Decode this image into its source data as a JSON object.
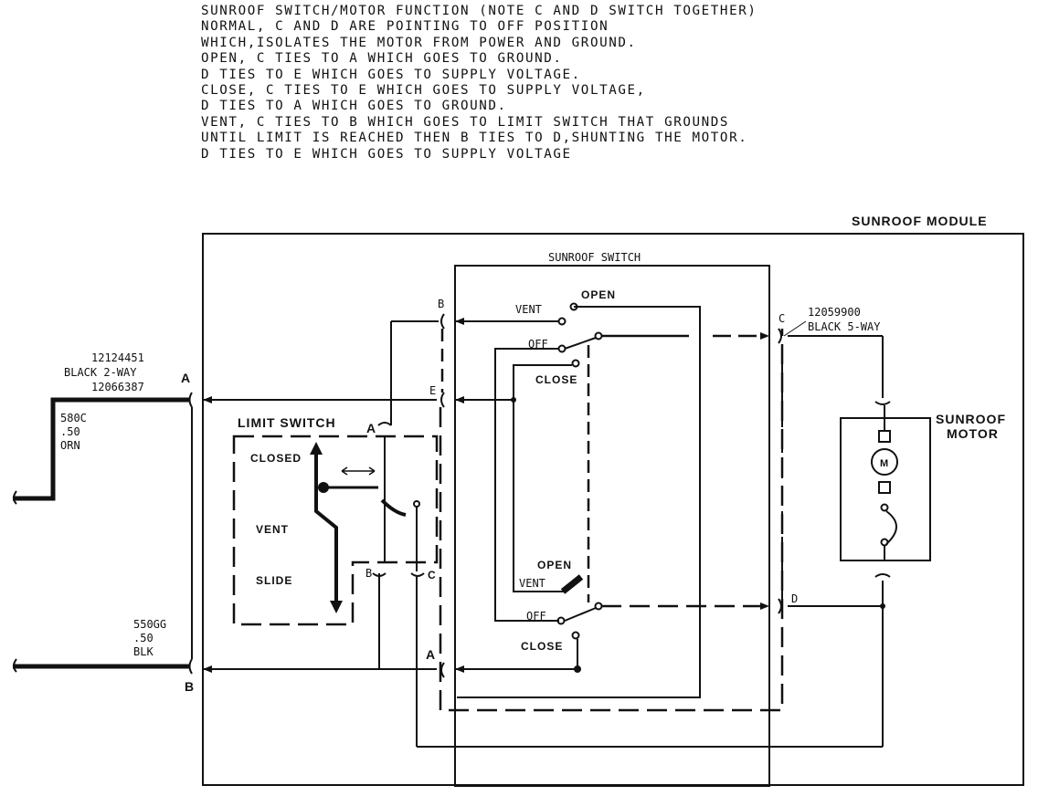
{
  "notes": [
    "SUNROOF SWITCH/MOTOR FUNCTION (NOTE C AND D SWITCH TOGETHER)",
    "NORMAL, C AND D ARE POINTING TO OFF POSITION",
    "WHICH,ISOLATES THE MOTOR FROM POWER AND GROUND.",
    "OPEN, C TIES TO A WHICH GOES TO GROUND.",
    "D TIES TO E WHICH GOES TO SUPPLY VOLTAGE.",
    "CLOSE, C TIES TO E WHICH GOES TO SUPPLY VOLTAGE,",
    "D TIES TO A WHICH GOES TO GROUND.",
    "VENT, C TIES TO B WHICH GOES TO LIMIT SWITCH THAT GROUNDS",
    "UNTIL LIMIT IS REACHED THEN B TIES TO D,SHUNTING THE MOTOR.",
    "D TIES TO E WHICH GOES TO SUPPLY VOLTAGE"
  ],
  "labels": {
    "module_title": "SUNROOF MODULE",
    "switch_title": "SUNROOF SWITCH",
    "limit_title": "LIMIT SWITCH",
    "motor_line1": "SUNROOF",
    "motor_line2": "MOTOR",
    "motor_symbol": "M"
  },
  "connector_left": {
    "part1": "12124451",
    "desc": "BLACK 2-WAY",
    "part2": "12066387",
    "pin_a": "A",
    "pin_b": "B",
    "wire_a_code": "580C",
    "wire_a_gauge": ".50",
    "wire_a_color": "ORN",
    "wire_b_code": "550GG",
    "wire_b_gauge": ".50",
    "wire_b_color": "BLK"
  },
  "connector_right": {
    "pin_c": "C",
    "part": "12059900",
    "desc": "BLACK 5-WAY",
    "pin_d": "D"
  },
  "switch_terminals": {
    "b": "B",
    "e": "E",
    "a": "A"
  },
  "switch_c_positions": {
    "vent": "VENT",
    "open": "OPEN",
    "off": "OFF",
    "close": "CLOSE"
  },
  "switch_d_positions": {
    "open": "OPEN",
    "vent": "VENT",
    "off": "OFF",
    "close": "CLOSE"
  },
  "limit_switch": {
    "closed": "CLOSED",
    "vent": "VENT",
    "slide": "SLIDE",
    "term_a": "A",
    "term_b": "B",
    "term_c": "C"
  }
}
